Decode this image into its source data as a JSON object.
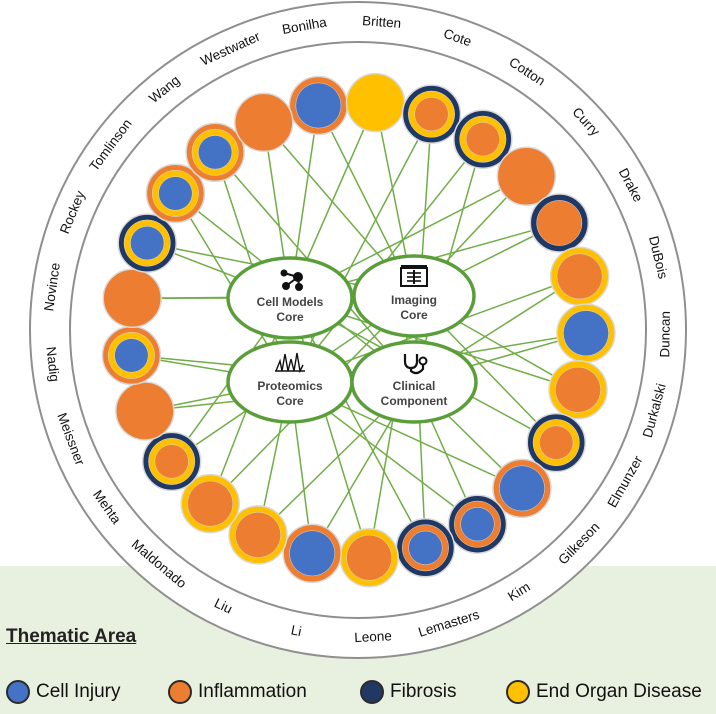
{
  "colors": {
    "cell_injury": "#4472c4",
    "inflammation": "#ed7d31",
    "fibrosis": "#203864",
    "end_organ_disease": "#ffc000",
    "link_line": "#70ad47",
    "core_border": "#5a9e3a"
  },
  "cores": [
    {
      "id": "cell-models",
      "label_line1": "Cell Models",
      "label_line2": "Core",
      "icon": "network-nodes-icon"
    },
    {
      "id": "imaging",
      "label_line1": "Imaging",
      "label_line2": "Core",
      "icon": "xray-film-icon"
    },
    {
      "id": "proteomics",
      "label_line1": "Proteomics",
      "label_line2": "Core",
      "icon": "spectrum-peaks-icon"
    },
    {
      "id": "clinical",
      "label_line1": "Clinical",
      "label_line2": "Component",
      "icon": "stethoscope-icon"
    }
  ],
  "investigators": [
    {
      "name": "Bonilha",
      "areas": [
        "cell_injury",
        "inflammation"
      ]
    },
    {
      "name": "Britten",
      "areas": [
        "end_organ_disease"
      ]
    },
    {
      "name": "Cote",
      "areas": [
        "inflammation",
        "end_organ_disease",
        "fibrosis"
      ]
    },
    {
      "name": "Cotton",
      "areas": [
        "inflammation",
        "end_organ_disease",
        "fibrosis"
      ]
    },
    {
      "name": "Curry",
      "areas": [
        "inflammation"
      ]
    },
    {
      "name": "Drake",
      "areas": [
        "inflammation",
        "fibrosis"
      ]
    },
    {
      "name": "DuBois",
      "areas": [
        "inflammation",
        "end_organ_disease"
      ]
    },
    {
      "name": "Duncan",
      "areas": [
        "cell_injury",
        "end_organ_disease"
      ]
    },
    {
      "name": "Durkalski",
      "areas": [
        "inflammation",
        "end_organ_disease"
      ]
    },
    {
      "name": "Elmunzer",
      "areas": [
        "inflammation",
        "end_organ_disease",
        "fibrosis"
      ]
    },
    {
      "name": "Gilkeson",
      "areas": [
        "cell_injury",
        "inflammation"
      ]
    },
    {
      "name": "Kim",
      "areas": [
        "cell_injury",
        "inflammation",
        "fibrosis"
      ]
    },
    {
      "name": "Lemasters",
      "areas": [
        "cell_injury",
        "inflammation",
        "fibrosis"
      ]
    },
    {
      "name": "Leone",
      "areas": [
        "inflammation",
        "end_organ_disease"
      ]
    },
    {
      "name": "Li",
      "areas": [
        "cell_injury",
        "inflammation"
      ]
    },
    {
      "name": "Liu",
      "areas": [
        "inflammation",
        "end_organ_disease"
      ]
    },
    {
      "name": "Maldonado",
      "areas": [
        "inflammation",
        "end_organ_disease"
      ]
    },
    {
      "name": "Mehta",
      "areas": [
        "inflammation",
        "end_organ_disease",
        "fibrosis"
      ]
    },
    {
      "name": "Meissner",
      "areas": [
        "inflammation"
      ]
    },
    {
      "name": "Nadig",
      "areas": [
        "cell_injury",
        "end_organ_disease",
        "inflammation"
      ]
    },
    {
      "name": "Novince",
      "areas": [
        "inflammation"
      ]
    },
    {
      "name": "Rockey",
      "areas": [
        "cell_injury",
        "end_organ_disease",
        "fibrosis"
      ]
    },
    {
      "name": "Tomlinson",
      "areas": [
        "cell_injury",
        "end_organ_disease",
        "inflammation"
      ]
    },
    {
      "name": "Wang",
      "areas": [
        "cell_injury",
        "end_organ_disease",
        "inflammation"
      ]
    },
    {
      "name": "Westwater",
      "areas": [
        "inflammation"
      ]
    }
  ],
  "legend": {
    "title": "Thematic Area",
    "items": [
      {
        "key": "cell_injury",
        "label": "Cell Injury"
      },
      {
        "key": "inflammation",
        "label": "Inflammation"
      },
      {
        "key": "fibrosis",
        "label": "Fibrosis"
      },
      {
        "key": "end_organ_disease",
        "label": "End Organ Disease"
      }
    ]
  }
}
